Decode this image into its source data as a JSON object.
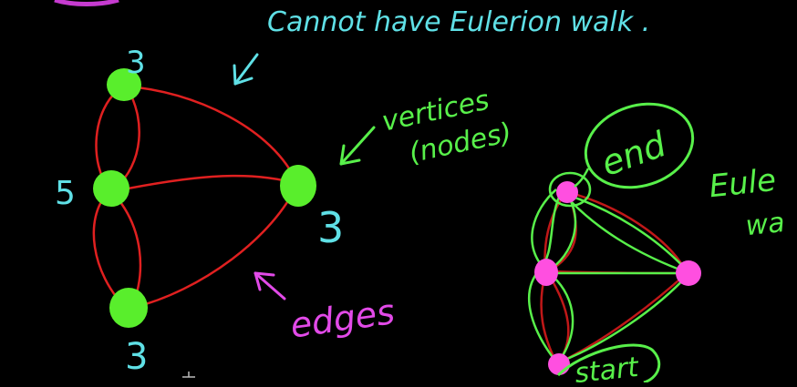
{
  "colors": {
    "background": "#000000",
    "cyan": "#5fe0e6",
    "green": "#58f04a",
    "red": "#e02020",
    "magenta": "#e24ae8",
    "pink_node": "#ff4fe0",
    "green_node": "#59ee2c"
  },
  "headline": "Cannot have Eulerion walk .",
  "labels": {
    "vertices_line1": "vertices",
    "vertices_line2": "(nodes)",
    "edges": "edges",
    "end": "end",
    "start": "start",
    "euler_line1": "Eule",
    "euler_line2": "wa"
  },
  "degrees": {
    "top": "3",
    "middle": "5",
    "right": "3",
    "bottom": "3"
  },
  "icons": {
    "arrow_to_graph": "arrow-down-left-icon",
    "arrow_to_vertex": "arrow-down-left-icon",
    "arrow_to_edge": "arrow-up-left-icon"
  }
}
